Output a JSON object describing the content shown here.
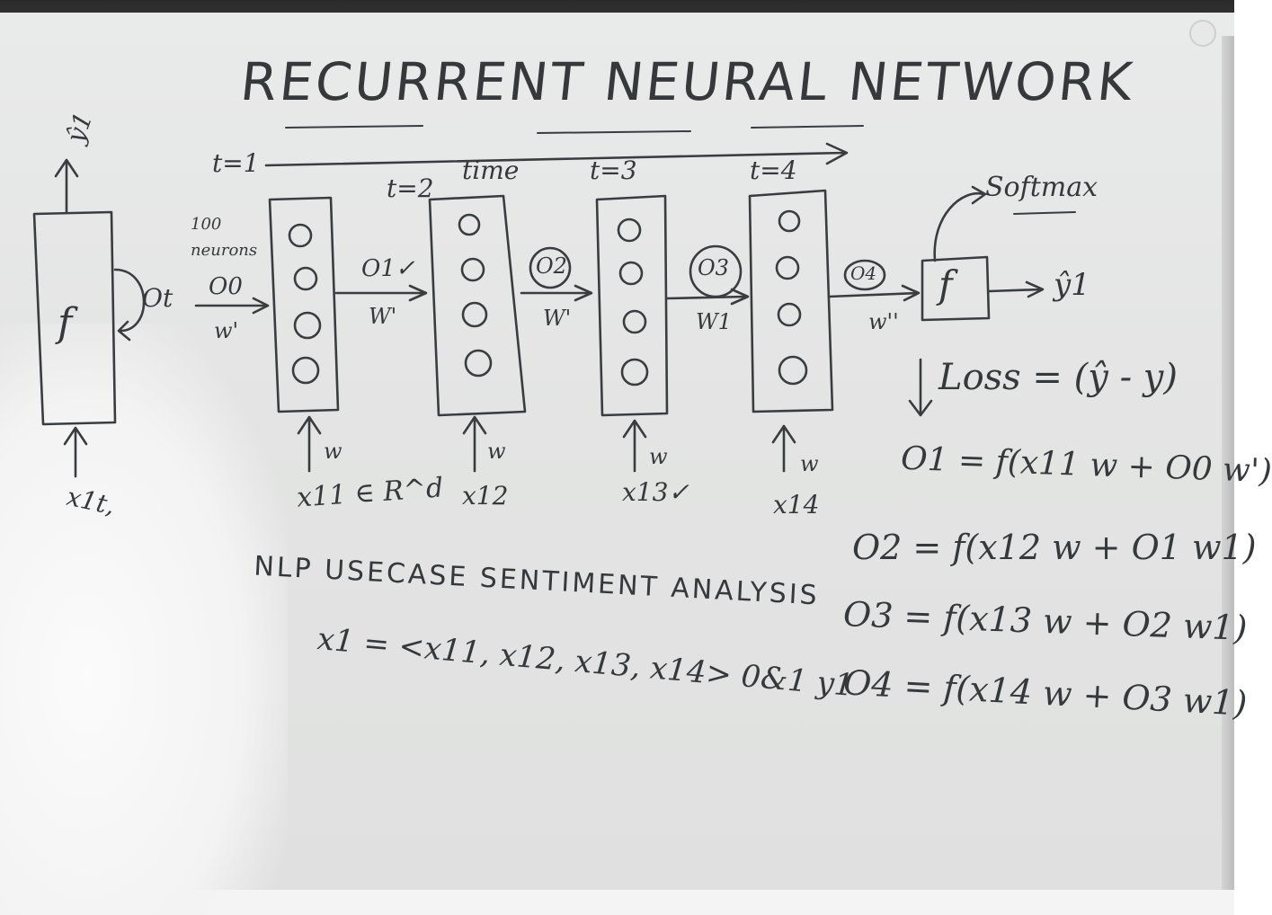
{
  "board": {
    "title": "RECURRENT NEURAL NETWORK",
    "folded_rnn": {
      "cell": "f",
      "output": "ŷ1",
      "input": "x1t,",
      "loop": "Ot"
    },
    "time_axis": {
      "start": "t=1",
      "label": "time"
    },
    "steps": [
      {
        "t_label": "t=1",
        "neurons": 4,
        "input": "x11 ∈ R^d",
        "input_weight": "w",
        "pre_label": "100 neurons",
        "pre_state": "O0",
        "pre_weight": "w'",
        "out_label": "O1✓",
        "out_weight": "W'"
      },
      {
        "t_label": "t=2",
        "neurons": 4,
        "input": "x12",
        "input_weight": "w",
        "out_label": "O2",
        "out_weight": "W'"
      },
      {
        "t_label": "t=3",
        "neurons": 4,
        "input": "x13✓",
        "input_weight": "w",
        "out_label": "O3",
        "out_weight": "W1"
      },
      {
        "t_label": "t=4",
        "neurons": 4,
        "input": "x14",
        "input_weight": "w",
        "out_label": "O4",
        "out_weight": "w''"
      }
    ],
    "output_block": {
      "cell": "f",
      "activation": "Softmax",
      "prediction": "ŷ1"
    },
    "loss": "Loss = (ŷ - y)",
    "equations": [
      "O1 = f(x11 w + O0 w')",
      "O2 = f(x12 w + O1 w1)",
      "O3 = f(x13 w + O2 w1)",
      "O4 = f(x14 w + O3 w1)"
    ],
    "usecase": "NLP USECASE SENTIMENT ANALYSIS",
    "sequence": "x1 = <x11, x12, x13, x14>  0&1  y1"
  }
}
